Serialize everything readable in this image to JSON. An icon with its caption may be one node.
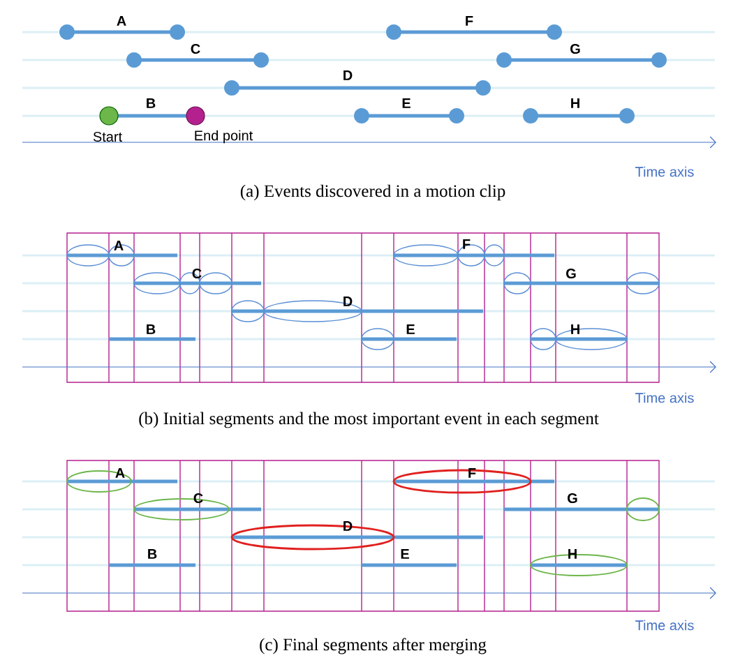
{
  "diagram": {
    "labels": [
      "A",
      "F",
      "C",
      "G",
      "D",
      "B",
      "E",
      "H",
      "Start",
      "End point",
      "Time axis",
      "(a) Events discovered in a motion clip",
      "A",
      "F",
      "C",
      "G",
      "D",
      "B",
      "E",
      "H",
      "Time axis",
      "(b) Initial segments and the most important event in each segment",
      "A",
      "F",
      "C",
      "G",
      "D",
      "B",
      "E",
      "H",
      "Time axis",
      "(c) Final segments after merging"
    ]
  }
}
